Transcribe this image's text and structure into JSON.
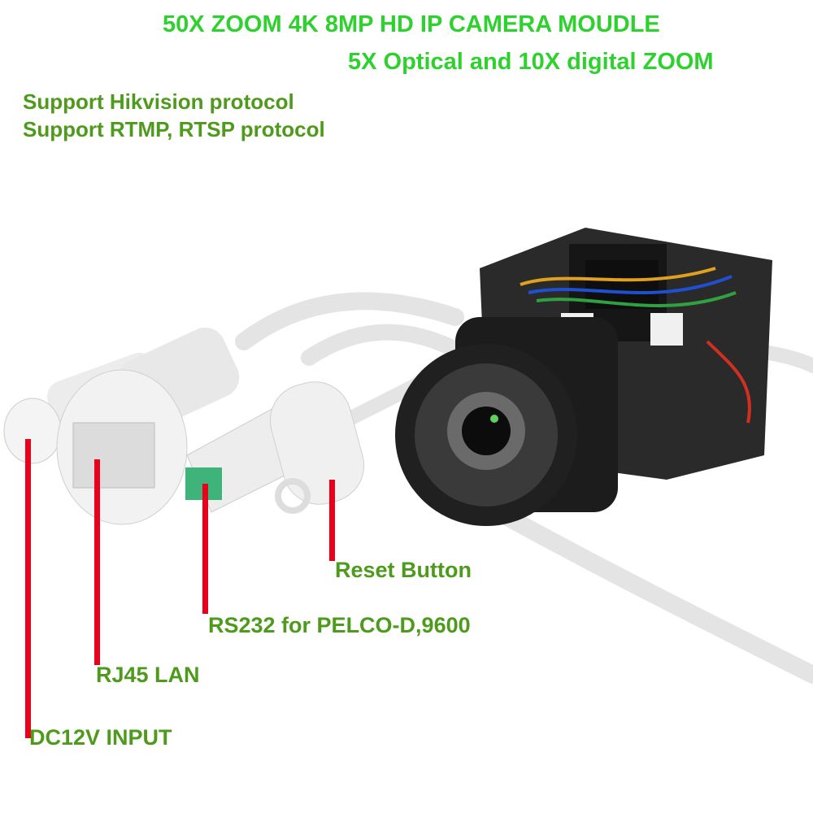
{
  "header": {
    "title": "50X ZOOM 4K 8MP HD IP CAMERA MOUDLE",
    "subtitle": "5X Optical and 10X digital ZOOM"
  },
  "features": [
    "Support Hikvision protocol",
    "Support RTMP, RTSP protocol"
  ],
  "callouts": [
    {
      "label": "Reset Button"
    },
    {
      "label": "RS232 for PELCO-D,9600"
    },
    {
      "label": "RJ45 LAN"
    },
    {
      "label": "DC12V INPUT"
    }
  ],
  "colors": {
    "title": "#2fd12f",
    "label": "#4e9a1c",
    "pointer": "#e8001c"
  }
}
